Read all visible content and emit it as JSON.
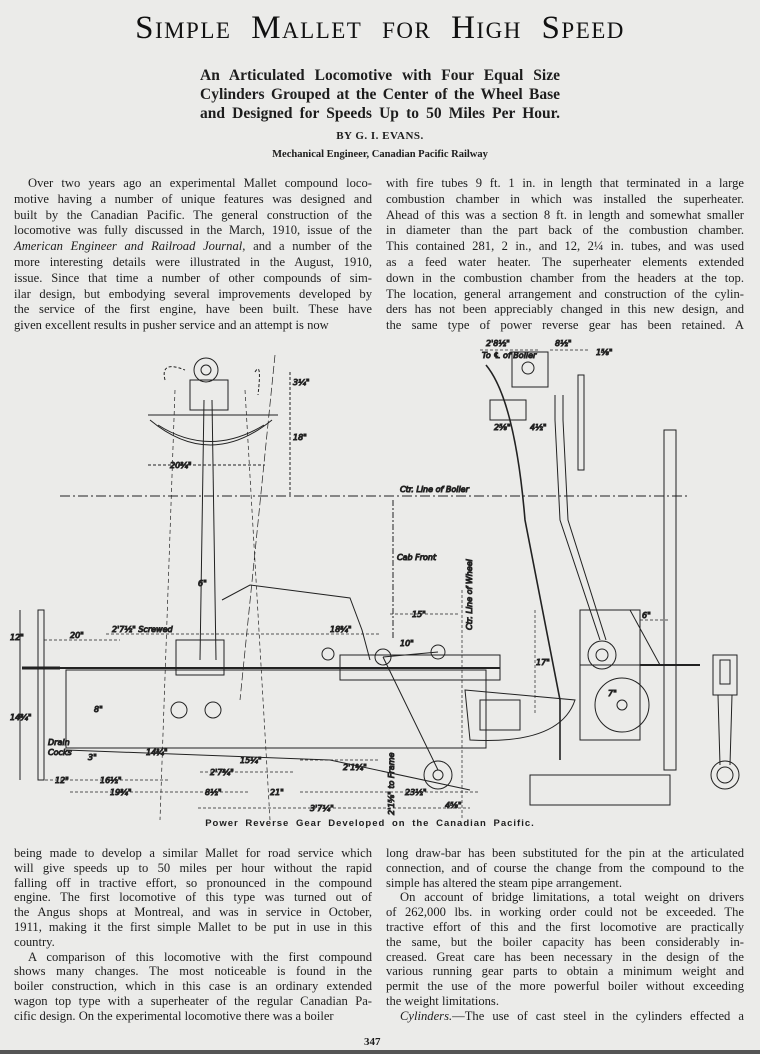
{
  "article": {
    "title": "Simple Mallet for High Speed",
    "subtitle_lines": [
      "An Articulated Locomotive with Four Equal Size",
      "Cylinders Grouped at the Center of the Wheel Base",
      "and Designed for Speeds Up to 50 Miles Per Hour."
    ],
    "byline": "BY G. I. EVANS.",
    "affiliation": "Mechanical Engineer, Canadian Pacific Railway"
  },
  "top_left_lines": [
    "Over two years ago an experimental Mallet compound loco-",
    "motive having a number of unique features was designed and",
    "built by the Canadian Pacific.  The general construction of the",
    "locomotive was fully discussed in the March, 1910, issue of the",
    "American Engineer and Railroad Journal, and a number of the",
    "more interesting details were illustrated in the August, 1910,",
    "issue.  Since that time a number of other compounds of sim-",
    "ilar design, but embodying several improvements developed by",
    "the service of the first engine, have been built.  These have",
    "given excellent results in pusher service and an attempt is now"
  ],
  "top_right_lines": [
    "with fire tubes 9 ft. 1 in. in length that terminated in a large",
    "combustion chamber in which was installed the superheater.",
    "Ahead of this was a section 8 ft. in length and somewhat smaller",
    "in diameter than the part back of the combustion chamber.",
    "This contained 281, 2 in., and 12, 2¼ in. tubes, and was used",
    "as a feed water heater.  The superheater elements extended",
    "down in the combustion chamber from the headers at the top.",
    "The location, general arrangement and construction of the cylin-",
    "ders has not been appreciably changed in this new design, and",
    "the same type of power reverse gear has been retained.  A"
  ],
  "figure": {
    "caption": "Power Reverse Gear Developed on the Canadian Pacific.",
    "labels": {
      "ctr_line_boiler": "Ctr. Line of Boiler",
      "cab_front": "Cab Front",
      "ctr_line_wheel": "Ctr. Line of Wheel",
      "drain_cocks_1": "Drain",
      "drain_cocks_2": "Cocks",
      "screwed": "2'7½\" Screwed",
      "to_boiler": "To ℄ of Boiler",
      "to_frame": "2'1⅝\" to Frame",
      "d_20_3_4": "20¾\"",
      "d_18": "18\"",
      "d_3_1_4": "3¼\"",
      "d_6": "6\"",
      "d_20": "20\"",
      "d_18_3_4": "18¾\"",
      "d_12a": "12\"",
      "d_14_3_4": "14¾\"",
      "d_8": "8\"",
      "d_3": "3\"",
      "d_14_3_4b": "14¾\"",
      "d_12": "12\"",
      "d_16_1_2": "16½\"",
      "d_19_3_4": "19¾\"",
      "d_15_1_4": "15¼\"",
      "d_2_7_3_4": "2'7¾\"",
      "d_8_1_2": "8½\"",
      "d_21": "21\"",
      "d_3_7_1_4": "3'7¼\"",
      "d_2_1_3_4": "2'1¾\"",
      "d_23_1_2": "23½\"",
      "d_4_5_8": "4⅝\"",
      "d_15": "15\"",
      "d_10": "10\"",
      "d_2_8_1_2": "2'8½\"",
      "d_8_1_2b": "8½\"",
      "d_1_5_8": "1⅝\"",
      "d_2_5_8": "2⅝\"",
      "d_4_1_2": "4½\"",
      "d_17": "17\"",
      "d_6b": "6\"",
      "d_7": "7\""
    }
  },
  "bottom_left_lines": [
    "being made to develop a similar Mallet for road service which",
    "will give speeds up to 50 miles per hour without the rapid",
    "falling off in tractive effort, so pronounced in the compound",
    "engine.  The first locomotive of this type was turned out of",
    "the Angus shops at Montreal, and was in service in October,",
    "1911, making it the first simple Mallet to be put in use in this",
    "country.",
    "A comparison of this locomotive with the first compound",
    "shows many changes.  The most noticeable is found in the",
    "boiler construction, which in this case is an ordinary extended",
    "wagon top type with a superheater of the regular Canadian Pa-",
    "cific design.  On the experimental locomotive there was a boiler"
  ],
  "bottom_right_lines": [
    "long draw-bar has been substituted for the pin at the articulated",
    "connection, and of course the change from the compound to the",
    "simple has altered the steam pipe arrangement.",
    "On account of bridge limitations, a total weight on drivers",
    "of 262,000 lbs. in working order could not be exceeded.  The",
    "tractive effort of this and the first locomotive are practically",
    "the same, but the boiler capacity has been considerably in-",
    "creased.  Great care has been necessary in the design of the",
    "various running gear parts to obtain a minimum weight and",
    "permit the use of the more powerful boiler without exceeding",
    "the weight limitations.",
    "Cylinders.—The use of cast steel in the cylinders effected a"
  ],
  "page_number": "347"
}
